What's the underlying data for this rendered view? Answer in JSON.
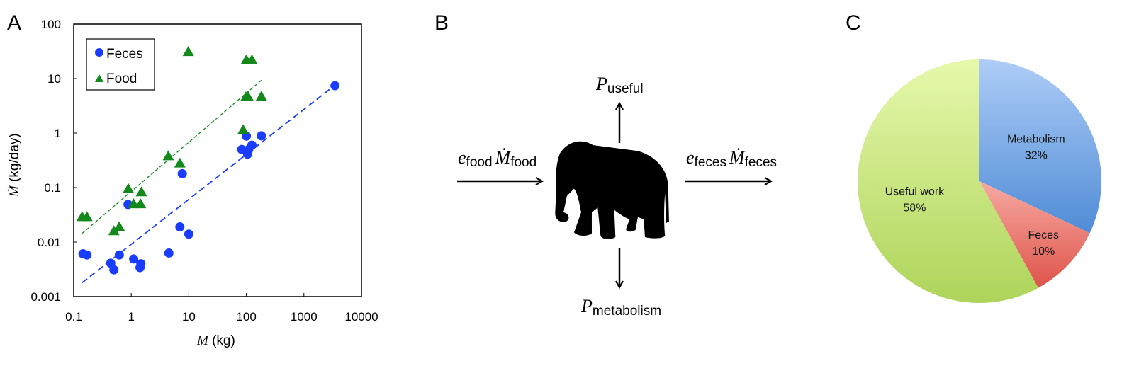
{
  "panels": {
    "a": "A",
    "b": "B",
    "c": "C"
  },
  "colors": {
    "feces": "#1a3cff",
    "food": "#12891a",
    "metabolism": "#6fa3e6",
    "feces_slice": "#ec7d74",
    "useful": "#c9e682"
  },
  "chart_data": [
    {
      "type": "scatter",
      "xscale": "log",
      "yscale": "log",
      "xlabel_symbol": "M",
      "xlabel_unit": " (kg)",
      "ylabel_symbol": "Ṁ",
      "ylabel_unit": " (kg/day)",
      "xlim": [
        0.1,
        10000
      ],
      "ylim": [
        0.001,
        100
      ],
      "xticks": [
        "0.1",
        "1",
        "10",
        "100",
        "1000",
        "10000"
      ],
      "yticks": [
        "0.001",
        "0.01",
        "0.1",
        "1",
        "10",
        "100"
      ],
      "legend": {
        "placement": "top-left",
        "entries": [
          "Feces",
          "Food"
        ]
      },
      "series": [
        {
          "name": "Feces",
          "marker": "circle",
          "points": [
            [
              0.145,
              0.0061
            ],
            [
              0.17,
              0.0058
            ],
            [
              0.44,
              0.0041
            ],
            [
              0.5,
              0.0031
            ],
            [
              0.62,
              0.0058
            ],
            [
              0.88,
              0.049
            ],
            [
              1.1,
              0.0049
            ],
            [
              1.47,
              0.004
            ],
            [
              1.42,
              0.0034
            ],
            [
              4.5,
              0.0063
            ],
            [
              7.7,
              0.18
            ],
            [
              7.0,
              0.019
            ],
            [
              10,
              0.014
            ],
            [
              83,
              0.5
            ],
            [
              100,
              0.88
            ],
            [
              105,
              0.41
            ],
            [
              110,
              0.5
            ],
            [
              125,
              0.6
            ],
            [
              182,
              0.89
            ],
            [
              3470,
              7.4
            ]
          ],
          "fit": [
            [
              0.14,
              0.0018
            ],
            [
              3470,
              7.6
            ]
          ]
        },
        {
          "name": "Food",
          "marker": "triangle",
          "points": [
            [
              0.14,
              0.029
            ],
            [
              0.17,
              0.029
            ],
            [
              0.5,
              0.016
            ],
            [
              0.62,
              0.019
            ],
            [
              0.89,
              0.095
            ],
            [
              1.1,
              0.05
            ],
            [
              1.45,
              0.05
            ],
            [
              1.5,
              0.083
            ],
            [
              4.4,
              0.38
            ],
            [
              7.0,
              0.28
            ],
            [
              9.8,
              31
            ],
            [
              88,
              1.15
            ],
            [
              100,
              22
            ],
            [
              125,
              22
            ],
            [
              98,
              4.6
            ],
            [
              108,
              4.6
            ],
            [
              182,
              4.7
            ]
          ],
          "fit": [
            [
              0.14,
              0.0144
            ],
            [
              182,
              9.3
            ]
          ]
        }
      ]
    },
    {
      "type": "pie",
      "start": "top",
      "direction": "clockwise",
      "slices": [
        {
          "label": "Metabolism",
          "value": 32,
          "text": "32%"
        },
        {
          "label": "Feces",
          "value": 10,
          "text": "10%"
        },
        {
          "label": "Useful work",
          "value": 58,
          "text": "58%"
        }
      ]
    }
  ],
  "diagram": {
    "useful": {
      "symbol": "P",
      "sub": "useful"
    },
    "metabolism": {
      "symbol": "P",
      "sub": "metabolism"
    },
    "food_in": {
      "e": "e",
      "e_sub": "food",
      "m": "Ṁ",
      "m_sub": "food"
    },
    "feces_out": {
      "e": "e",
      "e_sub": "feces",
      "m": "Ṁ",
      "m_sub": "feces"
    }
  }
}
